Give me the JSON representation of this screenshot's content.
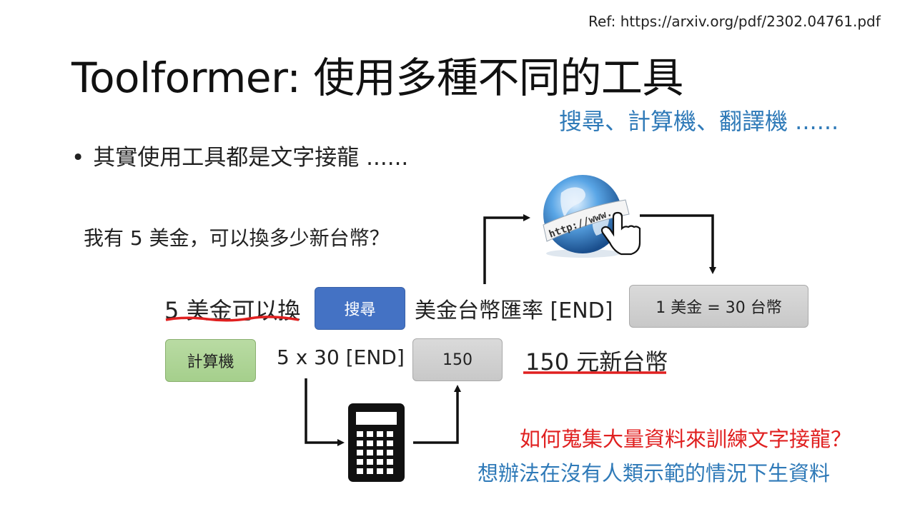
{
  "ref": "Ref: https://arxiv.org/pdf/2302.04761.pdf",
  "title": "Toolformer: 使用多種不同的工具",
  "subtitle": "搜尋、計算機、翻譯機 ......",
  "bullet": "其實使用工具都是文字接龍 ......",
  "question": "我有 5 美金，可以換多少新台幣？",
  "flow": {
    "fragment_1": "5 美金可以換",
    "search_label": "搜尋",
    "fragment_2": "美金台幣匯率 [END]",
    "search_result": "1 美金 = 30 台幣",
    "calculator_label": "計算機",
    "fragment_3": "5 x 30 [END]",
    "calc_result": "150",
    "answer": "150 元新台幣"
  },
  "globe_text": "http://www.",
  "red_question": "如何蒐集大量資料來訓練文字接龍？",
  "blue_answer": "想辦法在沒有人類示範的情況下生資料",
  "colors": {
    "search_box": "#4472c4",
    "calculator_box": "#a9d18e",
    "result_box": "#d0d0d0",
    "subtitle": "#2f7ab8",
    "red_text": "#e02020",
    "underline": "#e02020"
  },
  "icons": [
    "globe-icon",
    "hand-cursor-icon",
    "calculator-icon"
  ]
}
